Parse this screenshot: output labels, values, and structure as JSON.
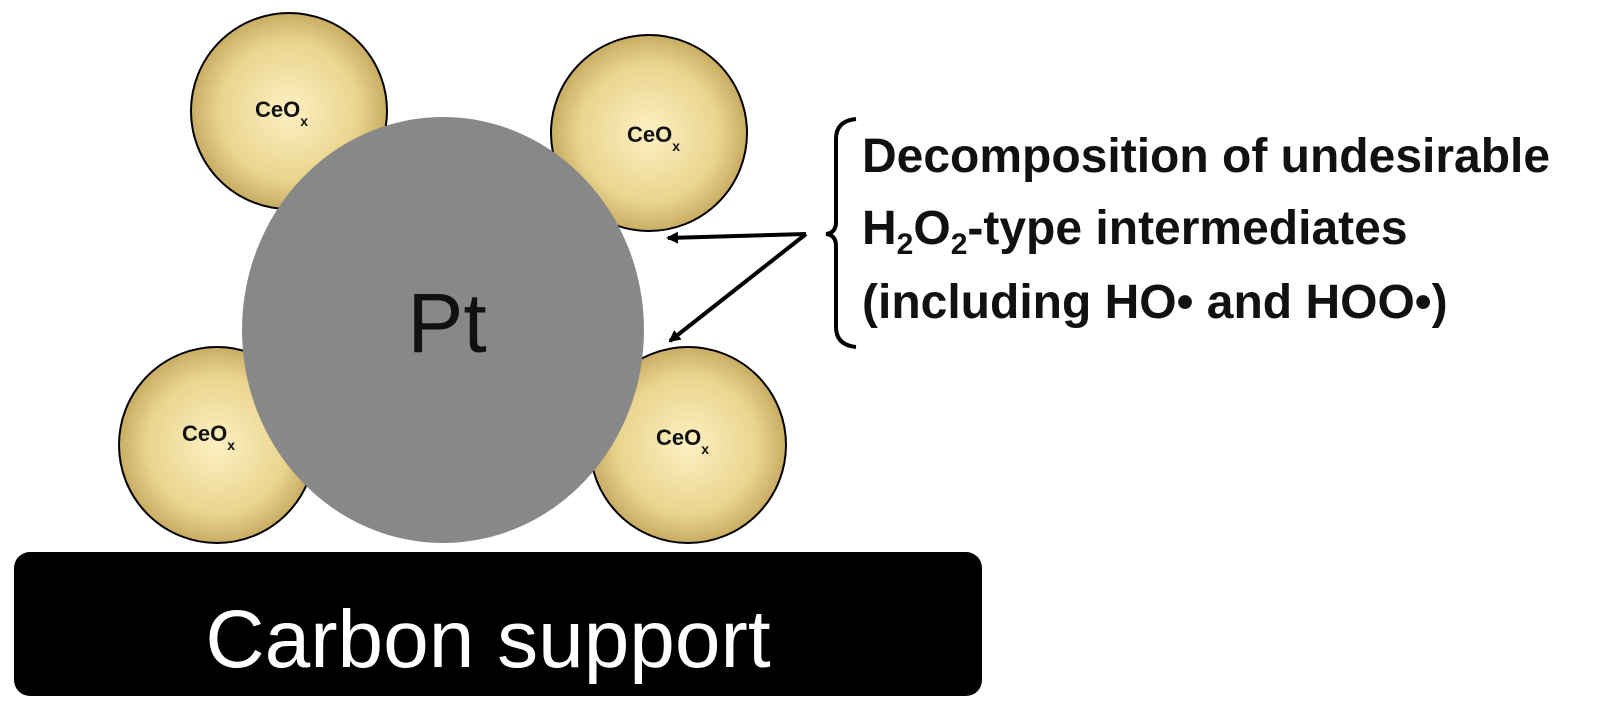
{
  "particles": {
    "ceo_main": "CeO",
    "ceo_subscript": "x",
    "pt_label": "Pt"
  },
  "support": {
    "label": "Carbon support"
  },
  "annotation": {
    "line1": "Decomposition of undesirable",
    "line2_h": "H",
    "line2_sub1": "2",
    "line2_o": "O",
    "line2_sub2": "2",
    "line2_rest": "-type intermediates",
    "line3": "(including HO• and HOO•)"
  },
  "colors": {
    "ceo_center": "#fdf0c2",
    "ceo_edge": "#c9ac63",
    "pt_fill": "#888888",
    "support_fill": "#000000",
    "text": "#111111"
  }
}
